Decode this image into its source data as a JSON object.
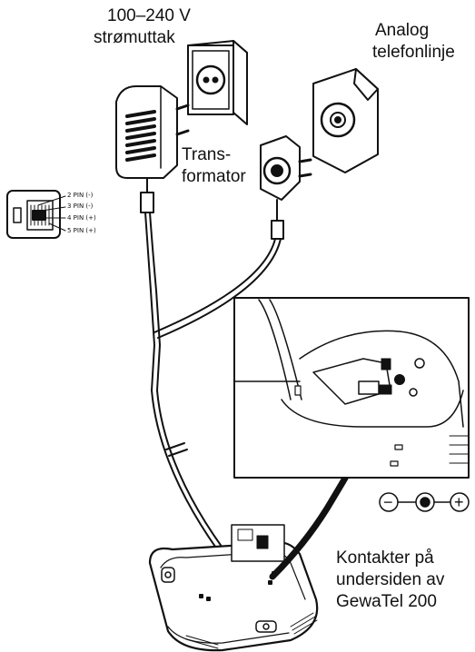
{
  "labels": {
    "voltage_line1": "100–240 V",
    "voltage_line2": "strømuttak",
    "analog_line1": "Analog",
    "analog_line2": "telefonlinje",
    "transformer_line1": "Trans-",
    "transformer_line2": "formator",
    "contacts_line1": "Kontakter på",
    "contacts_line2": "undersiden av",
    "contacts_line3": "GewaTel 200"
  },
  "pins": [
    "2 PIN (-)",
    "3 PIN (-)",
    "4 PIN (+)",
    "5 PIN (+)"
  ],
  "polarity": {
    "minus": "−",
    "plus": "+"
  }
}
